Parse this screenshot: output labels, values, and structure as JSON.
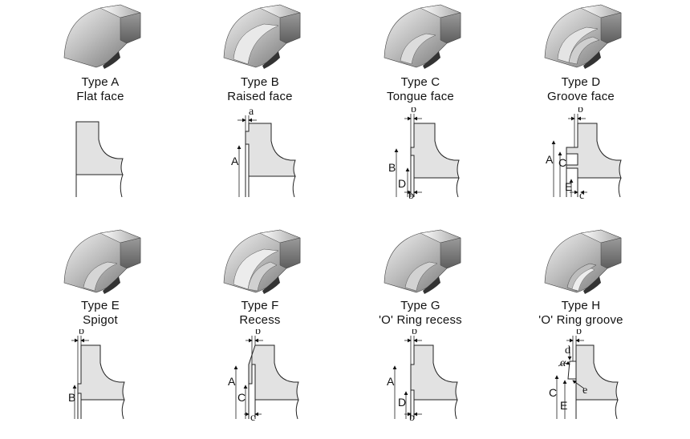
{
  "flange_types": [
    {
      "type": "Type A",
      "face": "Flat face",
      "dims": []
    },
    {
      "type": "Type B",
      "face": "Raised face",
      "dims": [
        "a",
        "A"
      ]
    },
    {
      "type": "Type C",
      "face": "Tongue face",
      "dims": [
        "b",
        "B",
        "D",
        "b"
      ]
    },
    {
      "type": "Type D",
      "face": "Groove face",
      "dims": [
        "b",
        "A",
        "C",
        "E",
        "c"
      ]
    },
    {
      "type": "Type E",
      "face": "Spigot",
      "dims": [
        "b",
        "B"
      ]
    },
    {
      "type": "Type F",
      "face": "Recess",
      "dims": [
        "b",
        "A",
        "C",
        "c"
      ]
    },
    {
      "type": "Type G",
      "face": "'O' Ring recess",
      "dims": [
        "b",
        "A",
        "D",
        "b"
      ]
    },
    {
      "type": "Type H",
      "face": "'O' Ring groove",
      "dims": [
        "b",
        "d",
        "α",
        "C",
        "e",
        "E"
      ]
    }
  ]
}
